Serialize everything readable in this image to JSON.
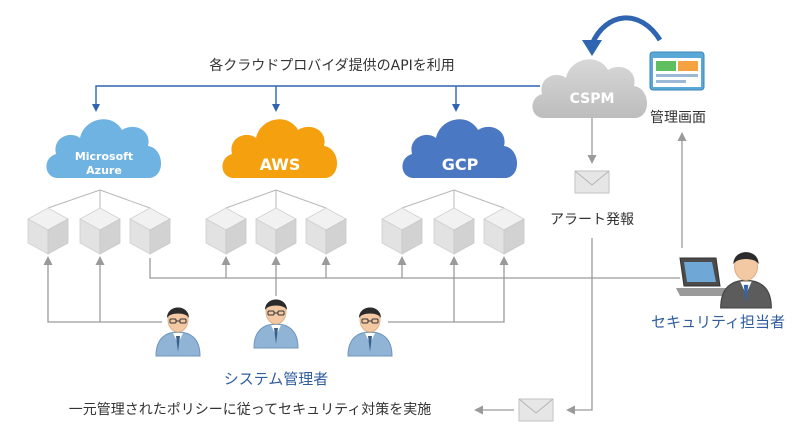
{
  "diagram": {
    "api_label": "各クラウドプロバイダ提供のAPIを利用",
    "cspm_label": "CSPM",
    "mgmt_screen_label": "管理画面",
    "alert_label": "アラート発報",
    "security_staff_label": "セキュリティ担当者",
    "sysadmin_label": "システム管理者",
    "policy_label": "一元管理されたポリシーに従ってセキュリティ対策を実施",
    "clouds": [
      {
        "name_line1": "Microsoft",
        "name_line2": "Azure",
        "color": "#6fb3e3"
      },
      {
        "name_line1": "AWS",
        "name_line2": "",
        "color": "#f5a00f"
      },
      {
        "name_line1": "GCP",
        "name_line2": "",
        "color": "#4a78c2"
      }
    ],
    "colors": {
      "line": "#9a9a9a",
      "arrow_blue": "#2f64b0",
      "cspm_cloud": "#c9c9c9",
      "cube": "#e3e3e3",
      "label_blue": "#2f5d9e"
    }
  }
}
